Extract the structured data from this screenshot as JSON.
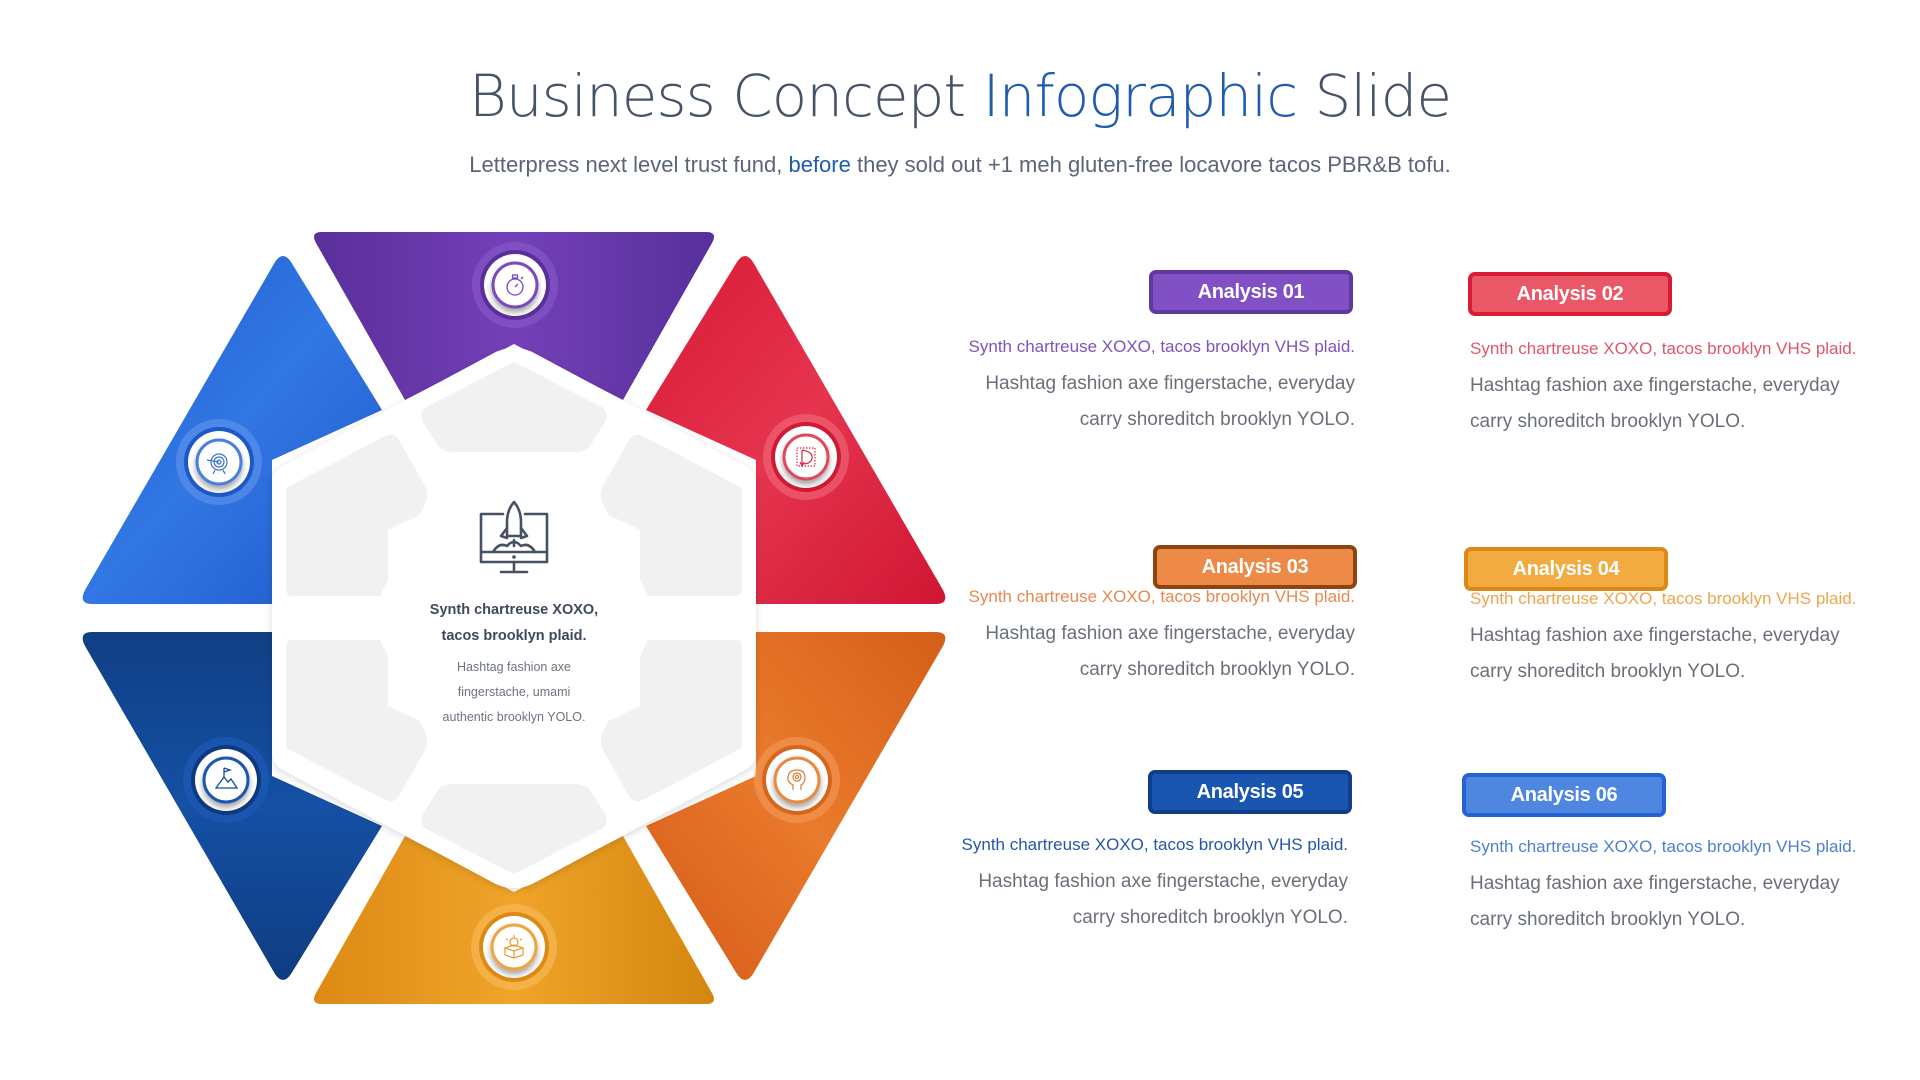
{
  "header": {
    "title_part1": "Business Concept ",
    "title_accent": "Infographic",
    "title_part2": " Slide",
    "subtitle_part1": "Letterpress next level trust fund, ",
    "subtitle_accent": "before",
    "subtitle_part2": " they sold out +1 meh gluten-free locavore tacos PBR&B tofu."
  },
  "hexagon": {
    "center": {
      "icon": "rocket-monitor-icon",
      "heading_line1": "Synth chartreuse XOXO,",
      "heading_line2": "tacos brooklyn plaid.",
      "body_line1": "Hashtag fashion axe",
      "body_line2": "fingerstache, umami",
      "body_line3": "authentic brooklyn YOLO."
    },
    "segments": [
      {
        "position": "top",
        "color": "#6a3cb0",
        "icon": "stopwatch-icon"
      },
      {
        "position": "upper-right",
        "color": "#dc2340",
        "icon": "design-pen-icon"
      },
      {
        "position": "lower-right",
        "color": "#e0691f",
        "icon": "head-brain-icon"
      },
      {
        "position": "bottom",
        "color": "#e8991e",
        "icon": "idea-box-icon"
      },
      {
        "position": "lower-left",
        "color": "#124b9a",
        "icon": "mountain-flag-icon"
      },
      {
        "position": "upper-left",
        "color": "#2566d6",
        "icon": "target-icon"
      }
    ]
  },
  "analyses": [
    {
      "label": "Analysis 01",
      "fill": "#8050c4",
      "border": "#5e3a9e",
      "lead_color": "#7d52bf",
      "lead": "Synth chartreuse XOXO, tacos brooklyn VHS plaid.",
      "body1": "Hashtag fashion axe fingerstache, everyday",
      "body2": "carry shoreditch brooklyn YOLO."
    },
    {
      "label": "Analysis 02",
      "fill": "#ea5868",
      "border": "#d81c36",
      "lead_color": "#e0566a",
      "lead": "Synth chartreuse XOXO, tacos brooklyn VHS plaid.",
      "body1": "Hashtag fashion axe fingerstache, everyday",
      "body2": "carry shoreditch brooklyn YOLO."
    },
    {
      "label": "Analysis 03",
      "fill": "#ee8a48",
      "border": "#8e4312",
      "lead_color": "#e8884f",
      "lead": "Synth chartreuse XOXO, tacos brooklyn VHS plaid.",
      "body1": "Hashtag fashion axe fingerstache, everyday",
      "body2": "carry shoreditch brooklyn YOLO."
    },
    {
      "label": "Analysis 04",
      "fill": "#f2ab40",
      "border": "#dc8a14",
      "lead_color": "#eda64d",
      "lead": "Synth chartreuse XOXO, tacos brooklyn VHS plaid.",
      "body1": "Hashtag fashion axe fingerstache, everyday",
      "body2": "carry shoreditch brooklyn YOLO."
    },
    {
      "label": "Analysis 05",
      "fill": "#1a56b0",
      "border": "#0f3f88",
      "lead_color": "#2458a8",
      "lead": "Synth chartreuse XOXO, tacos brooklyn VHS plaid.",
      "body1": "Hashtag fashion axe fingerstache, everyday",
      "body2": "carry shoreditch brooklyn YOLO."
    },
    {
      "label": "Analysis 06",
      "fill": "#4f86e0",
      "border": "#2562d2",
      "lead_color": "#4e7fd0",
      "lead": "Synth chartreuse XOXO, tacos brooklyn VHS plaid.",
      "body1": "Hashtag fashion axe fingerstache, everyday",
      "body2": "carry shoreditch brooklyn YOLO."
    }
  ]
}
